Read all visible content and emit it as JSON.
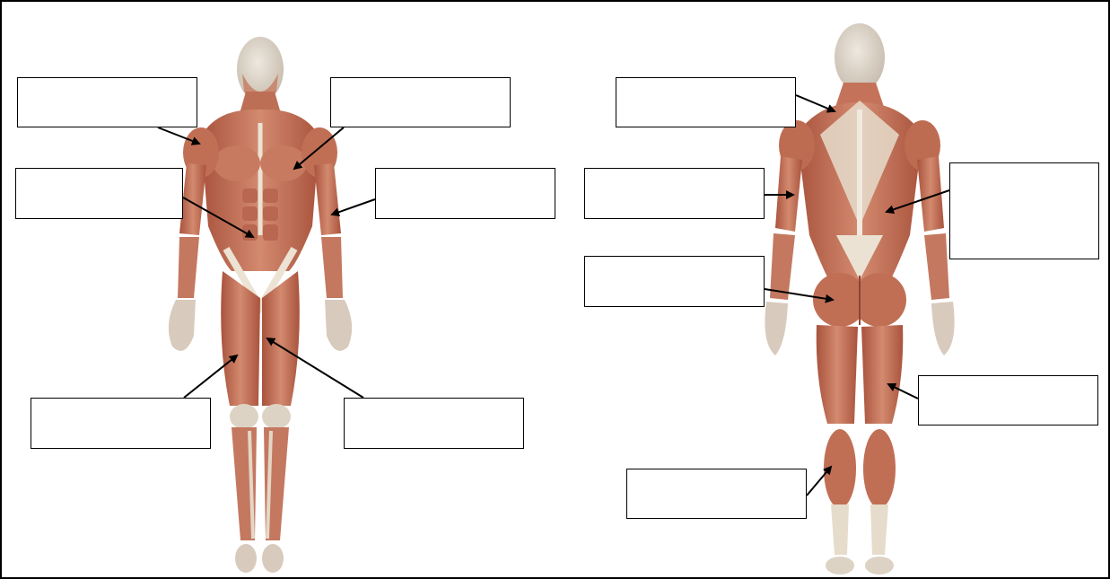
{
  "worksheet": {
    "front_figure": "anterior-muscular-body",
    "back_figure": "posterior-muscular-body",
    "colors": {
      "muscle": "#c8785e",
      "muscle_dark": "#9e4f3a",
      "tendon": "#ece3d4",
      "skin_head": "#ddd6cc",
      "box_border": "#000000",
      "arrow": "#000000"
    },
    "front_labels": [
      {
        "id": "deltoid",
        "answer": ""
      },
      {
        "id": "pectoralis",
        "answer": ""
      },
      {
        "id": "abdominals",
        "answer": ""
      },
      {
        "id": "biceps",
        "answer": ""
      },
      {
        "id": "quadriceps",
        "answer": ""
      },
      {
        "id": "adductors",
        "answer": ""
      }
    ],
    "back_labels": [
      {
        "id": "trapezius",
        "answer": ""
      },
      {
        "id": "triceps",
        "answer": ""
      },
      {
        "id": "latissimus",
        "answer": ""
      },
      {
        "id": "gluteus",
        "answer": ""
      },
      {
        "id": "hamstrings",
        "answer": ""
      },
      {
        "id": "gastrocnemius",
        "answer": ""
      }
    ]
  }
}
